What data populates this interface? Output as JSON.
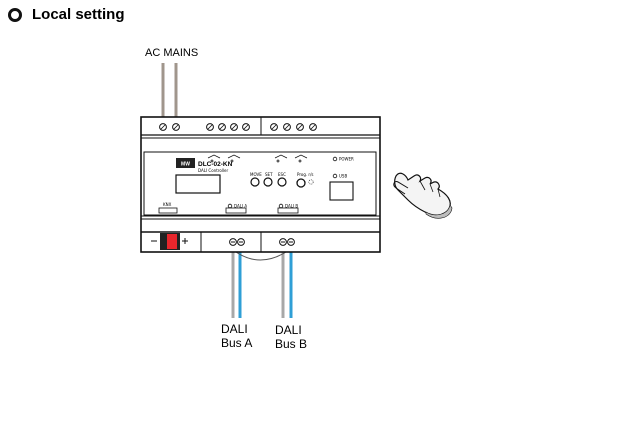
{
  "section": {
    "title": "Local setting"
  },
  "wiring": {
    "ac_label": "AC MAINS",
    "bus_a_line1": "DALI",
    "bus_a_line2": "Bus A",
    "bus_b_line1": "DALI",
    "bus_b_line2": "Bus B"
  },
  "device": {
    "logo": "MW",
    "model": "DLC-02-KN",
    "subtitle": "DALI Controller",
    "button_move": "MOVE",
    "button_set": "SET",
    "button_esc": "ESC",
    "prog_label": "Prog. r/s",
    "power_label": "POWER",
    "knx_label": "KNX",
    "usb_label": "USB",
    "dali_a_label": "DALI A",
    "dali_b_label": "DALI B"
  },
  "colors": {
    "cable_gray": "#a8a8a8",
    "cable_blue": "#2f9fd6",
    "mains_brown": "#a0968c",
    "connector_red": "#e8262c"
  }
}
